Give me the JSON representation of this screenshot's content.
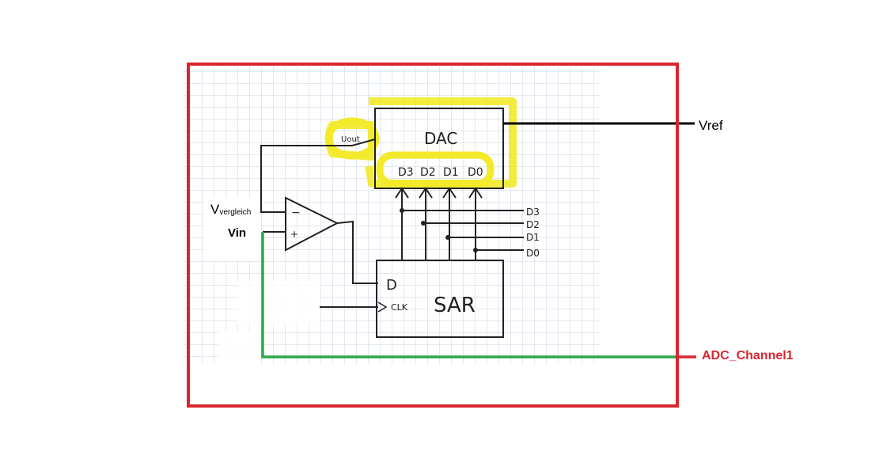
{
  "colors": {
    "frame": "#d9262e",
    "vin_line": "#2ea84a",
    "highlight": "#f2ea2a",
    "wire": "#111111",
    "grid": "#c8d2e0"
  },
  "labels": {
    "dac": "DAC",
    "uout": "Uout",
    "sar": "SAR",
    "sar_d": "D",
    "sar_clk": "CLK",
    "comp_minus": "−",
    "comp_plus": "+",
    "dac_inputs": [
      "D3",
      "D2",
      "D1",
      "D0"
    ],
    "outputs": [
      "D3",
      "D2",
      "D1",
      "D0"
    ],
    "vref": "Vref",
    "v_main": "V",
    "v_sub": "vergleich",
    "vin": "Vin",
    "adc_channel": "ADC_Channel1"
  }
}
